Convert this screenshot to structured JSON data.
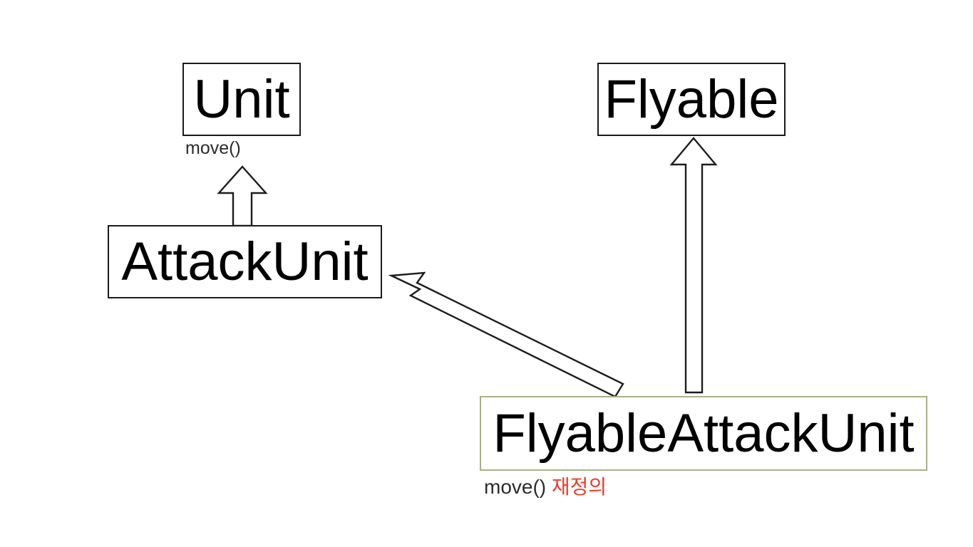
{
  "diagram": {
    "title": "Class inheritance diagram",
    "type": "uml-class-diagram",
    "background_color": "#ffffff",
    "classes": [
      {
        "id": "unit",
        "name": "Unit",
        "border_color": "#1a1a1a",
        "members": [
          {
            "text": "move()",
            "color": "#2b2b2b"
          }
        ]
      },
      {
        "id": "flyable",
        "name": "Flyable",
        "border_color": "#1a1a1a",
        "members": []
      },
      {
        "id": "attackunit",
        "name": "AttackUnit",
        "border_color": "#1a1a1a",
        "members": []
      },
      {
        "id": "flyableattackunit",
        "name": "FlyableAttackUnit",
        "border_color": "#a7b187",
        "members": [
          {
            "text": "move()",
            "color": "#2b2b2b"
          },
          {
            "text": "재정의",
            "color": "#ef3b2c"
          }
        ]
      }
    ],
    "relations": [
      {
        "id": "attackunit-to-unit",
        "from": "attackunit",
        "to": "unit",
        "kind": "generalization",
        "arrow_head": "hollow-triangle",
        "direction": "up"
      },
      {
        "id": "flyableattackunit-to-flyable",
        "from": "flyableattackunit",
        "to": "flyable",
        "kind": "generalization",
        "arrow_head": "hollow-triangle",
        "direction": "up"
      },
      {
        "id": "flyableattackunit-to-attackunit",
        "from": "flyableattackunit",
        "to": "attackunit",
        "kind": "generalization",
        "arrow_head": "hollow-triangle",
        "direction": "up-left-diagonal"
      }
    ]
  },
  "labels": {
    "unit_member_move": "move()",
    "flyableattackunit_member_move": "move()",
    "flyableattackunit_member_override": "재정의"
  }
}
